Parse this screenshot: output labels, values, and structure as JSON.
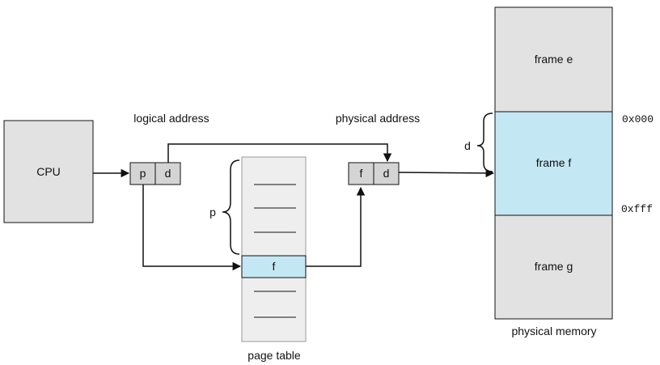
{
  "cpu": {
    "label": "CPU"
  },
  "logical_address": {
    "caption": "logical address",
    "page": "p",
    "offset": "d"
  },
  "physical_address": {
    "caption": "physical address",
    "frame": "f",
    "offset": "d"
  },
  "page_table": {
    "caption": "page table",
    "index_brace_label": "p",
    "entry": "f"
  },
  "physical_memory": {
    "caption": "physical memory",
    "frames": [
      "frame e",
      "frame f",
      "frame g"
    ],
    "start_address": "0x000",
    "end_address": "0xfff",
    "offset_brace_label": "d"
  },
  "colors": {
    "box_gray": "#e2e2e2",
    "highlight_blue": "#c4e7f4",
    "line": "#111111"
  }
}
